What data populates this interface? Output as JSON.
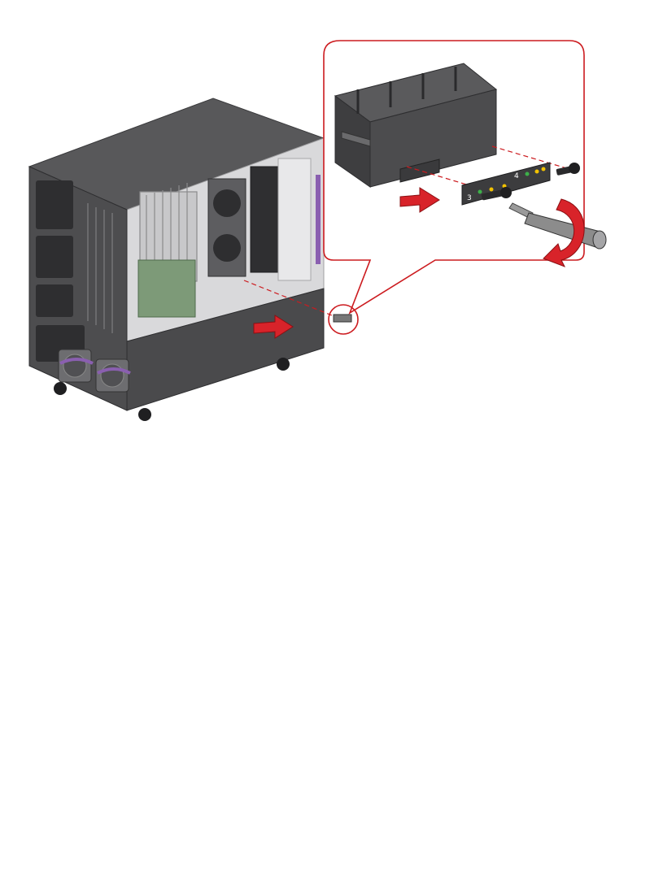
{
  "figure": {
    "bracket_labels": [
      "3",
      "4"
    ]
  },
  "colors": {
    "chassis_dark": "#4a4a4c",
    "chassis_top": "#5b5b5d",
    "chassis_side": "#d7d7d9",
    "callout_outline": "#cc1b1f",
    "arrow_red": "#d8232a",
    "screwdriver_blade": "#9a9a9a",
    "screwdriver_handle": "#8c8c8c",
    "led_yellow": "#f2c200",
    "led_green": "#3db04a",
    "panel_purple": "#8a5fb0"
  },
  "icons": [
    "server-chassis",
    "power-supply-fan",
    "drive-bracket",
    "led-board",
    "screw",
    "screwdriver",
    "insert-arrow",
    "rotate-arrow",
    "magnifier-callout"
  ]
}
